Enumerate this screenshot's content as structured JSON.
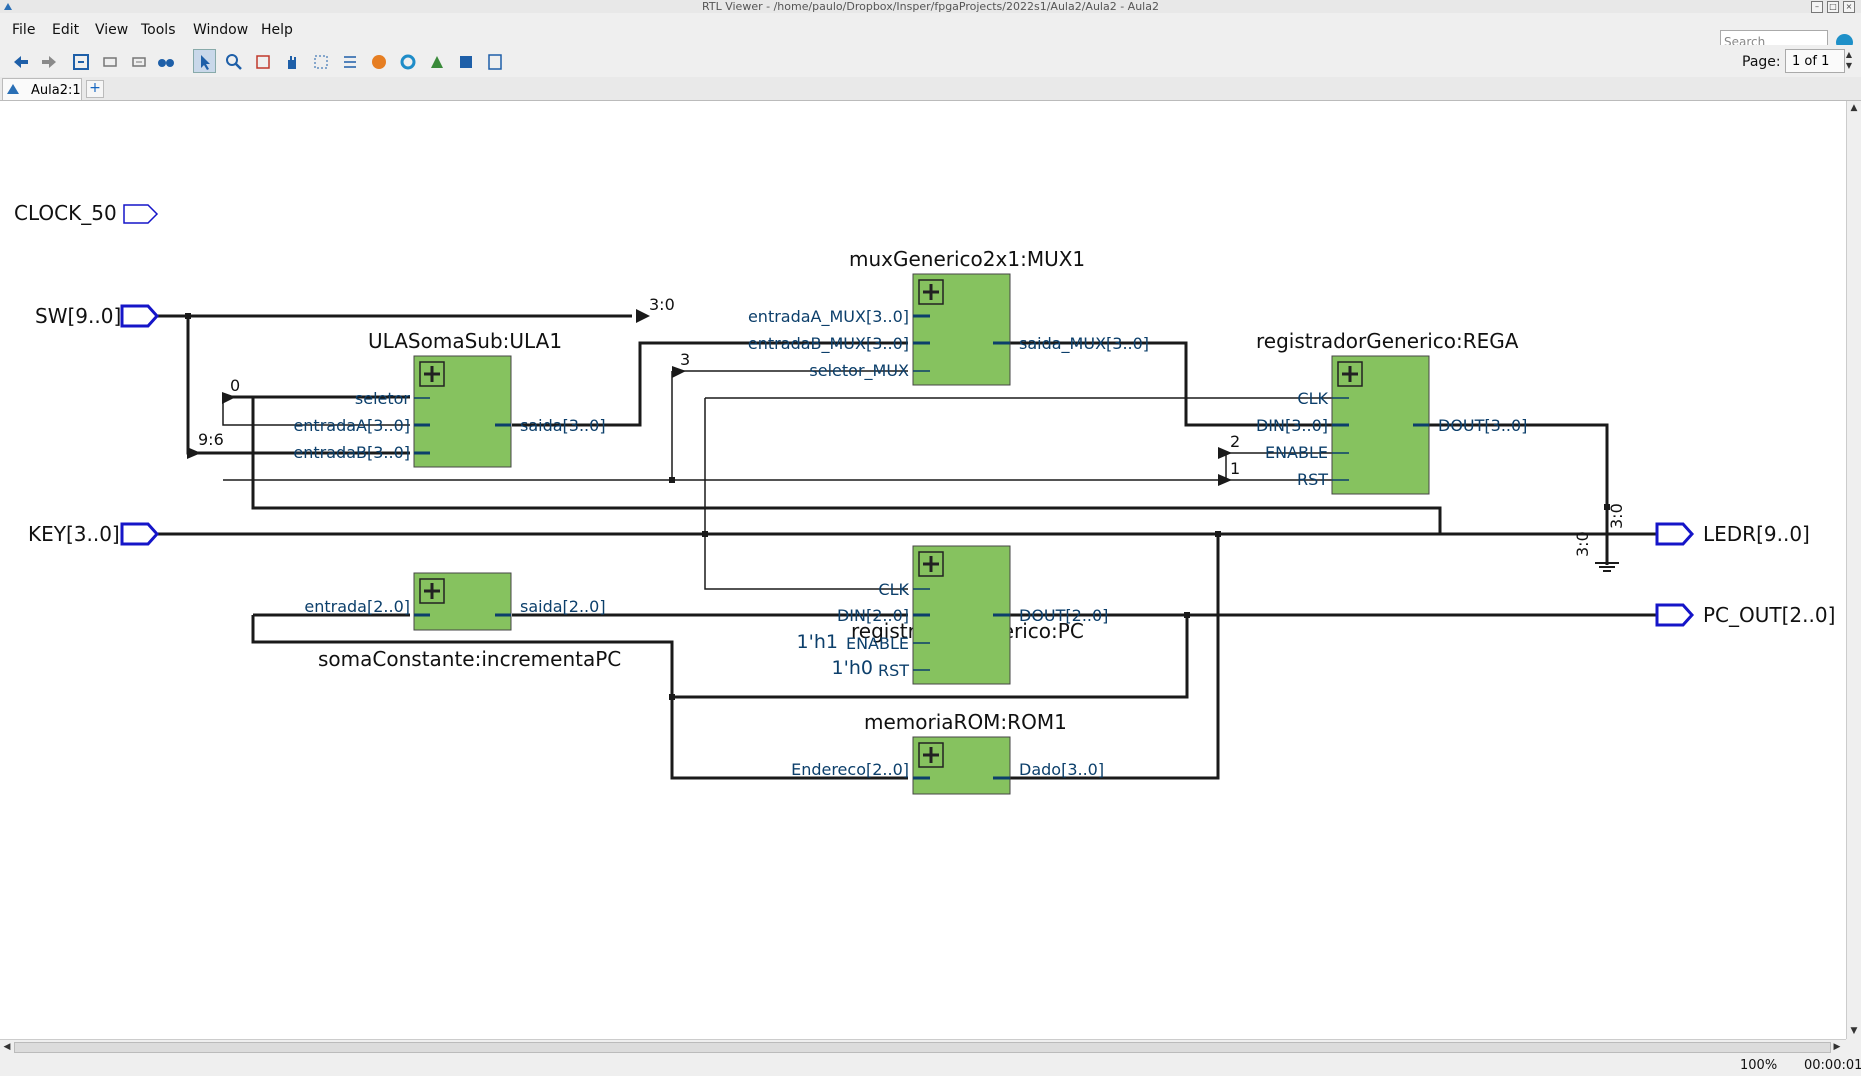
{
  "window": {
    "title": "RTL Viewer - /home/paulo/Dropbox/Insper/fpgaProjects/2022s1/Aula2/Aula2 - Aula2"
  },
  "menu": [
    "File",
    "Edit",
    "View",
    "Tools",
    "Window",
    "Help"
  ],
  "search": {
    "placeholder": "Search altera.c..."
  },
  "toolbar": {
    "page_label": "Page:",
    "page_value": "1 of 1"
  },
  "tab": {
    "label": "Aula2:1"
  },
  "colors": {
    "block_fill": "#86c25e",
    "port_outline": "#1515c8",
    "wire": "#1a1a1a",
    "pin_text": "#0c3f6b"
  },
  "ports": {
    "clock": "CLOCK_50",
    "sw": "SW[9..0]",
    "key": "KEY[3..0]",
    "ledr": "LEDR[9..0]",
    "pc_out": "PC_OUT[2..0]"
  },
  "blocks": {
    "mux": {
      "title": "muxGenerico2x1:MUX1",
      "in_a": "entradaA_MUX[3..0]",
      "in_b": "entradaB_MUX[3..0]",
      "sel": "seletor_MUX",
      "out": "saida_MUX[3..0]"
    },
    "ula": {
      "title": "ULASomaSub:ULA1",
      "sel": "seletor",
      "in_a": "entradaA[3..0]",
      "in_b": "entradaB[3..0]",
      "out": "saida[3..0]"
    },
    "rega": {
      "title": "registradorGenerico:REGA",
      "clk": "CLK",
      "din": "DIN[3..0]",
      "enable": "ENABLE",
      "rst": "RST",
      "dout": "DOUT[3..0]"
    },
    "pc": {
      "title": "registradorGenerico:PC",
      "clk": "CLK",
      "din": "DIN[2..0]",
      "enable": "ENABLE",
      "rst": "RST",
      "dout": "DOUT[2..0]",
      "enable_const": "1'h1",
      "rst_const": "1'h0"
    },
    "inc": {
      "title": "somaConstante:incrementaPC",
      "in": "entrada[2..0]",
      "out": "saida[2..0]"
    },
    "rom": {
      "title": "memoriaROM:ROM1",
      "addr": "Endereco[2..0]",
      "data": "Dado[3..0]"
    }
  },
  "bus_labels": {
    "sw_mux": "3:0",
    "sel_mux": "3",
    "sel_ula": "0",
    "sw_ulab": "9:6",
    "rega_enable": "2",
    "rega_rst": "1",
    "ledr_hi": "3:0",
    "ledr_lo": "3:0"
  },
  "status": {
    "zoom": "100%",
    "elapsed": "00:00:01"
  }
}
